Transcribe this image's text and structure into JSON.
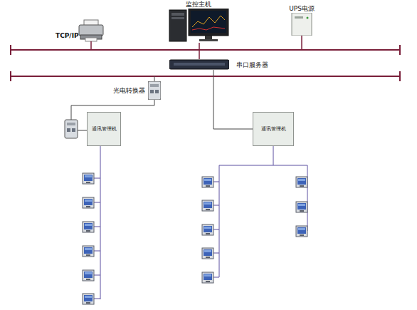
{
  "diagram": {
    "nodes": [
      {
        "text": [
          "监控主机"
        ]
      },
      {
        "text": [
          "UPS电源"
        ]
      },
      {
        "text": [
          "串口服务器"
        ]
      },
      {
        "text": [
          "光电转换器"
        ]
      },
      {
        "text": [
          "通讯管理机"
        ]
      },
      {
        "text": [
          "通讯管理机"
        ]
      }
    ],
    "edges": [
      {
        "from": 0,
        "to": 2,
        "arrow": "none"
      },
      {
        "from": 2,
        "to": 5,
        "arrow": "none"
      }
    ],
    "labels": [
      "TCP/IP"
    ]
  }
}
